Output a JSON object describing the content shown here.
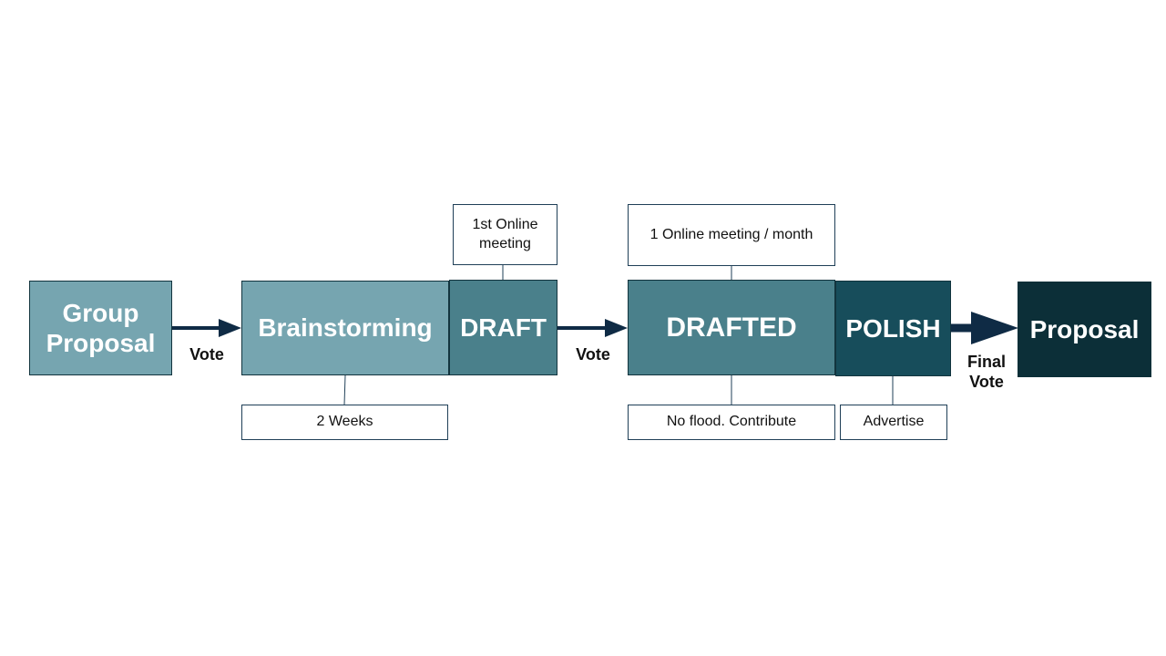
{
  "colors": {
    "stage_light": "#76a5b0",
    "stage_mid": "#4a808b",
    "stage_dark": "#174d5b",
    "stage_darkest": "#0c2f38",
    "arrow": "#0f2b45",
    "connector": "#1f3f57"
  },
  "stages": {
    "group_proposal": "Group Proposal",
    "brainstorming": "Brainstorming",
    "draft": "DRAFT",
    "drafted": "DRAFTED",
    "polish": "POLISH",
    "proposal": "Proposal"
  },
  "transitions": {
    "vote_1": "Vote",
    "vote_2": "Vote",
    "final_vote": "Final Vote"
  },
  "notes": {
    "first_online_meeting": "1st Online meeting",
    "monthly_meeting": "1 Online meeting / month",
    "two_weeks": "2 Weeks",
    "no_flood": "No flood. Contribute",
    "advertise": "Advertise"
  }
}
